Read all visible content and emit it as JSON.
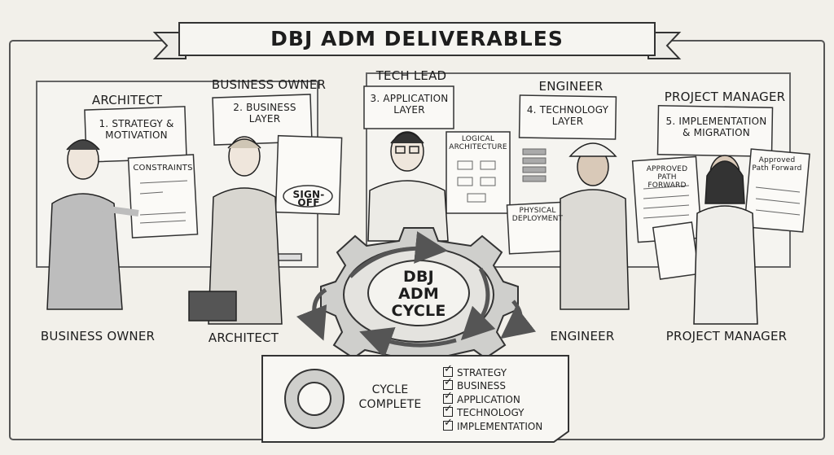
{
  "title": "DBJ ADM DELIVERABLES",
  "roles_top": {
    "architect": "ARCHITECT",
    "business_owner": "BUSINESS OWNER",
    "tech_lead": "TECH LEAD",
    "engineer": "ENGINEER",
    "project_manager": "PROJECT MANAGER"
  },
  "phases": {
    "p1": "1. STRATEGY & MOTIVATION",
    "p2": "2. BUSINESS LAYER",
    "p3": "3. APPLICATION LAYER",
    "p4": "4. TECHNOLOGY LAYER",
    "p5": "5. IMPLEMENTATION & MIGRATION"
  },
  "documents": {
    "constraints": "CONSTRAINTS",
    "sign_off": "SIGN-OFF",
    "logical_architecture": "LOGICAL ARCHITECTURE",
    "physical_deployment": "PHYSICAL DEPLOYMENT",
    "approved_path_1": "APPROVED PATH FORWARD",
    "approved_path_2": "Approved Path Forward"
  },
  "gear_label": "DBJ ADM CYCLE",
  "roles_bottom": {
    "business_owner": "BUSINESS OWNER",
    "architect": "ARCHITECT",
    "engineer": "ENGINEER",
    "project_manager": "PROJECT MANAGER"
  },
  "summary": {
    "status": "CYCLE COMPLETE",
    "items": [
      "STRATEGY",
      "BUSINESS",
      "APPLICATION",
      "TECHNOLOGY",
      "IMPLEMENTATION"
    ]
  },
  "colors": {
    "paper": "#f2f0ea",
    "ink": "#222222",
    "gear": "#cfcfcc"
  }
}
